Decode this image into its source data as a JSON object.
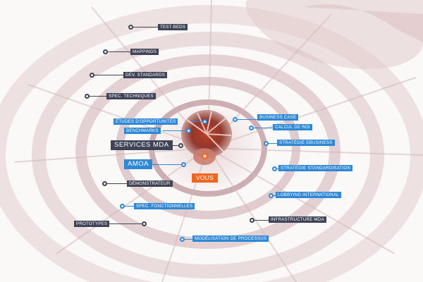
{
  "center_label": "VOUS",
  "services_mda": "SERVICES MDA",
  "amoa": "AMOA",
  "labels_left": {
    "test_beds": "TEST-BEDS",
    "mappings": "MAPPINGS",
    "dev_standards": "DEV. STANDARDS",
    "spec_techniques": "SPEC. TECHNIQUES",
    "etudes": "ÉTUDES D'OPPORTUNITÉS",
    "benchmarks": "BENCHMARKS",
    "demonstrateur": "DÉMONSTRATEUR",
    "spec_fonctionnelles": "SPEC. FONCTIONNELLES",
    "prototypes": "PROTOTYPES"
  },
  "labels_right": {
    "business_case": "BUSINESS CASE",
    "calcul_roi": "CALCUL DE ROI",
    "strategie_ebusiness": "STRATÉGIE eBUSINESS",
    "strategie_standardisation": "STRATÉGIE STANDARDISATION",
    "lobbying": "LOBBYING INTERNATIONAL",
    "infrastructure": "INFRASTRUCTURE MDA",
    "modelisation": "MODÉLISATION DE PROCESSUS"
  },
  "colors": {
    "dark_label": "#3e4356",
    "blue_label": "#2f88d6",
    "orange_label": "#f0651f",
    "shell_tint": "#c9a6ac"
  },
  "icons": [
    "nautilus-shell-illustration",
    "connector-dot-icon"
  ]
}
